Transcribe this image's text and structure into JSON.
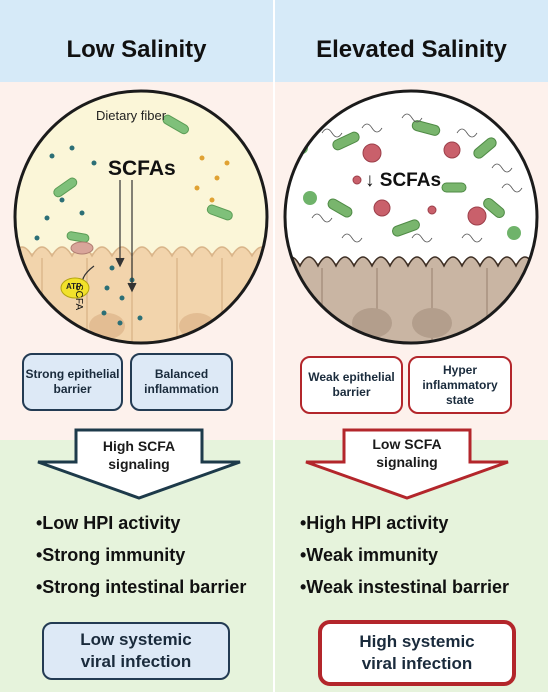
{
  "left": {
    "title": "Low Salinity",
    "circle": {
      "fiber_label": "Dietary fiber",
      "scfa_label": "SCFAs",
      "scfa_small": "SCFA",
      "atp_label": "ATP"
    },
    "boxes": [
      "Strong epithelial barrier",
      "Balanced inflammation"
    ],
    "arrow_text": [
      "High SCFA",
      "signaling"
    ],
    "bullets": [
      "•Low HPI activity",
      "•Strong immunity",
      "•Strong intestinal barrier"
    ],
    "final": [
      "Low systemic",
      "viral infection"
    ]
  },
  "right": {
    "title": "Elevated Salinity",
    "circle": {
      "scfa_label": "↓ SCFAs"
    },
    "boxes": [
      "Weak epithelial barrier",
      "Hyper inflammatory state"
    ],
    "arrow_text": [
      "Low SCFA",
      "signaling"
    ],
    "bullets": [
      "•High HPI activity",
      "•Weak immunity",
      "•Weak instestinal barrier"
    ],
    "final": [
      "High systemic",
      "viral infection"
    ]
  },
  "colors": {
    "top_band": "#d6eaf8",
    "middle_band": "#fdf1ec",
    "bottom_band": "#e6f3dc",
    "dark_blue_border": "#233b53",
    "red_border": "#b3262b"
  }
}
